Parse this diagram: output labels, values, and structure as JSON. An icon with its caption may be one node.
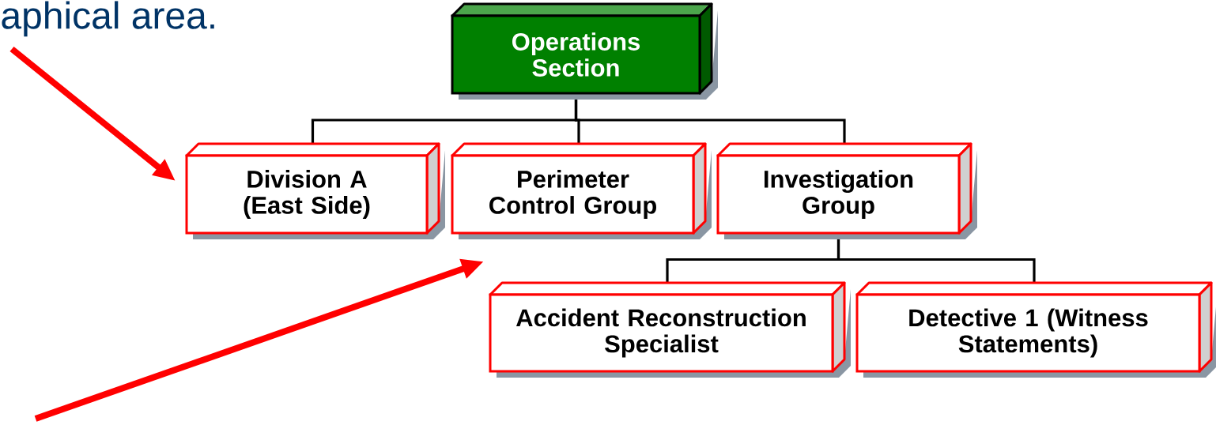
{
  "diagram": {
    "nodes": [
      {
        "text": [
          "Operations Section"
        ]
      },
      {
        "text": [
          "Division A (East Side)"
        ]
      },
      {
        "text": [
          "Perimeter Control Group"
        ]
      },
      {
        "text": [
          "Investigation Group"
        ]
      },
      {
        "text": [
          "Accident Reconstruction Specialist"
        ]
      },
      {
        "text": [
          "Detective 1 (Witness Statements)"
        ]
      }
    ],
    "edges": [
      {
        "from": 0,
        "to": 1,
        "arrow": "none"
      },
      {
        "from": 0,
        "to": 2,
        "arrow": "none"
      },
      {
        "from": 0,
        "to": 3,
        "arrow": "none"
      },
      {
        "from": 3,
        "to": 4,
        "arrow": "none"
      },
      {
        "from": 3,
        "to": 5,
        "arrow": "none"
      },
      {
        "from": null,
        "to": 1,
        "arrow": "to",
        "style": "thick",
        "color": "#ff0000"
      },
      {
        "from": null,
        "to": 2,
        "arrow": "to",
        "style": "thick",
        "color": "#ff0000"
      }
    ],
    "labels": [
      "aphical area."
    ]
  }
}
